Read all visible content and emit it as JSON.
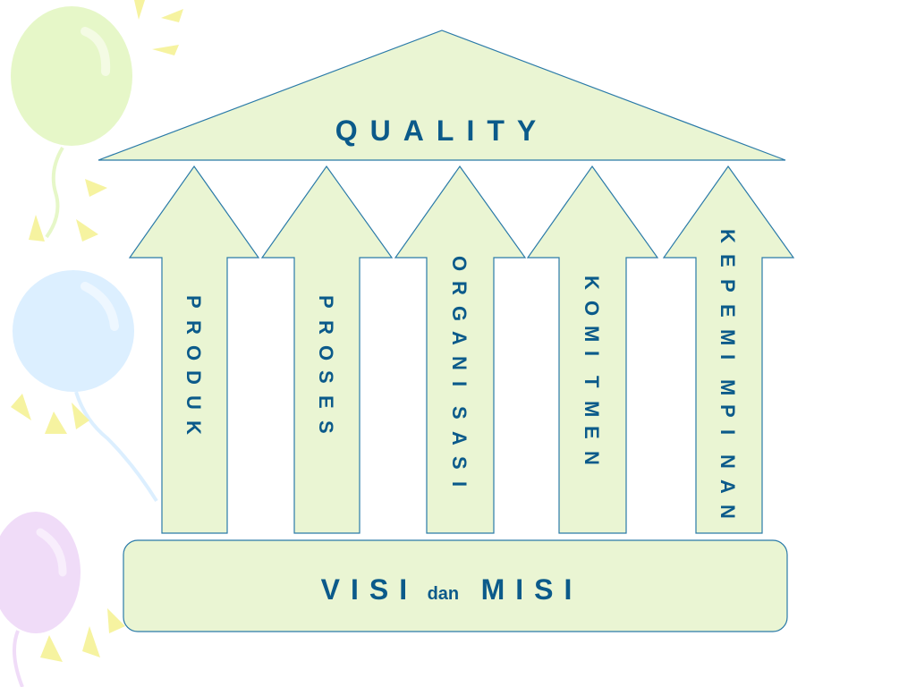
{
  "colors": {
    "fill": "#eaf5d3",
    "stroke": "#2a7aa8",
    "text": "#0b5a8a",
    "balloon_green": "#e6f7c8",
    "balloon_blue": "#dcefff",
    "balloon_purple": "#f0dcf8",
    "balloon_yellow": "#f6f3a0"
  },
  "roof": {
    "label": "QUALITY"
  },
  "pillars": [
    {
      "label": "PRODUK"
    },
    {
      "label": "PROSES"
    },
    {
      "label": "ORGANISASI"
    },
    {
      "label": "KOMITMEN"
    },
    {
      "label": "KEPEMIMPINAN"
    }
  ],
  "base": {
    "part1": "VISI",
    "connector": "dan",
    "part2": "MISI"
  },
  "decoration": {
    "icons": [
      "balloon-green-icon",
      "balloon-blue-icon",
      "balloon-purple-icon",
      "sparkle-icon"
    ]
  }
}
